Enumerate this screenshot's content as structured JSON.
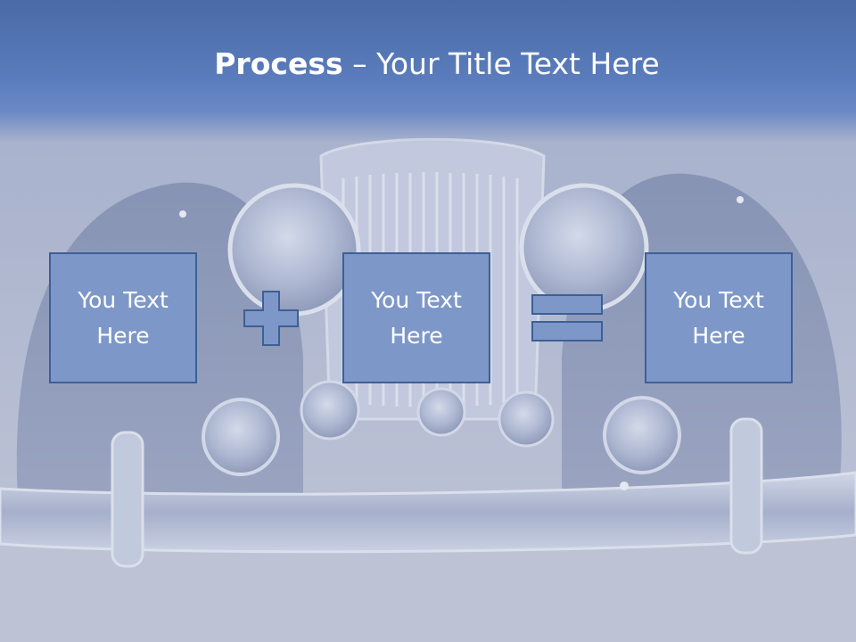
{
  "slide": {
    "title_bold": "Process",
    "title_rest": " – Your Title Text Here",
    "boxes": [
      {
        "text": "You Text Here"
      },
      {
        "text": "You Text Here"
      },
      {
        "text": "You Text Here"
      }
    ],
    "operators": [
      "plus-icon",
      "equals-icon"
    ],
    "colors": {
      "box_fill": "#7d98c8",
      "box_border": "#3e5f96",
      "title_band": "#4a6aa6",
      "text": "#ffffff"
    }
  }
}
